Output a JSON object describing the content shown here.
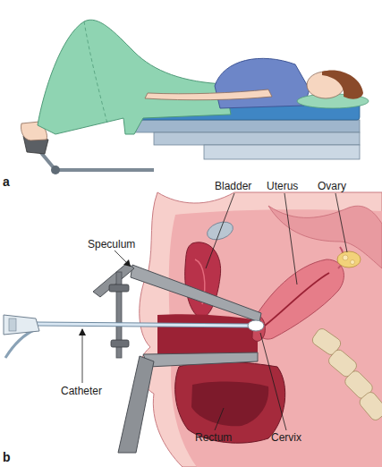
{
  "diagram": {
    "labels": [
      "a",
      "Bladder",
      "Uterus",
      "Ovary",
      "Speculum",
      "Catheter",
      "Rectum",
      "Cervix",
      "b"
    ]
  }
}
